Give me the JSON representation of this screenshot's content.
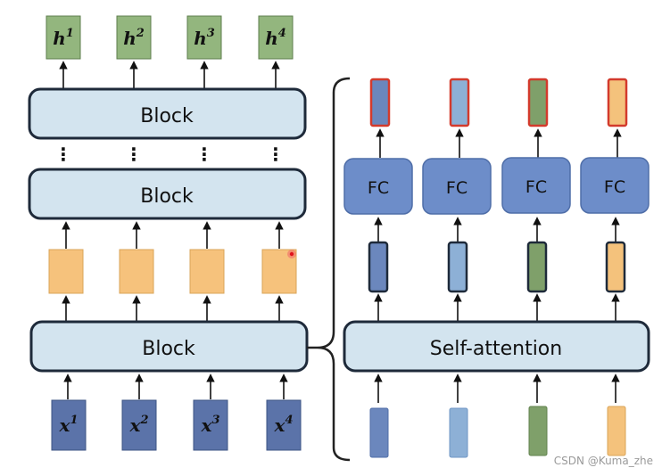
{
  "left": {
    "outputs": [
      {
        "base": "h",
        "sup": "1"
      },
      {
        "base": "h",
        "sup": "2"
      },
      {
        "base": "h",
        "sup": "3"
      },
      {
        "base": "h",
        "sup": "4"
      }
    ],
    "blocks": [
      "Block",
      "Block",
      "Block"
    ],
    "ellipsis": "⋮",
    "inputs": [
      {
        "base": "x",
        "sup": "1"
      },
      {
        "base": "x",
        "sup": "2"
      },
      {
        "base": "x",
        "sup": "3"
      },
      {
        "base": "x",
        "sup": "4"
      }
    ]
  },
  "right": {
    "fc_labels": [
      "FC",
      "FC",
      "FC",
      "FC"
    ],
    "self_attention_label": "Self-attention"
  },
  "colors": {
    "green_box": "#93b67e",
    "orange_box": "#f6c27c",
    "blue_input": "#5b73a9",
    "block_fill": "#d3e4ef",
    "fc_fill": "#6d8dc9",
    "vec_blue": "#6b87bd",
    "vec_lightblue": "#8db0d6",
    "vec_green": "#7fa06a",
    "vec_orange": "#f4c27c",
    "red_outline": "#d33a2c",
    "dark_outline": "#1e2a3a"
  },
  "watermark": "CSDN @Kuma_zhe"
}
